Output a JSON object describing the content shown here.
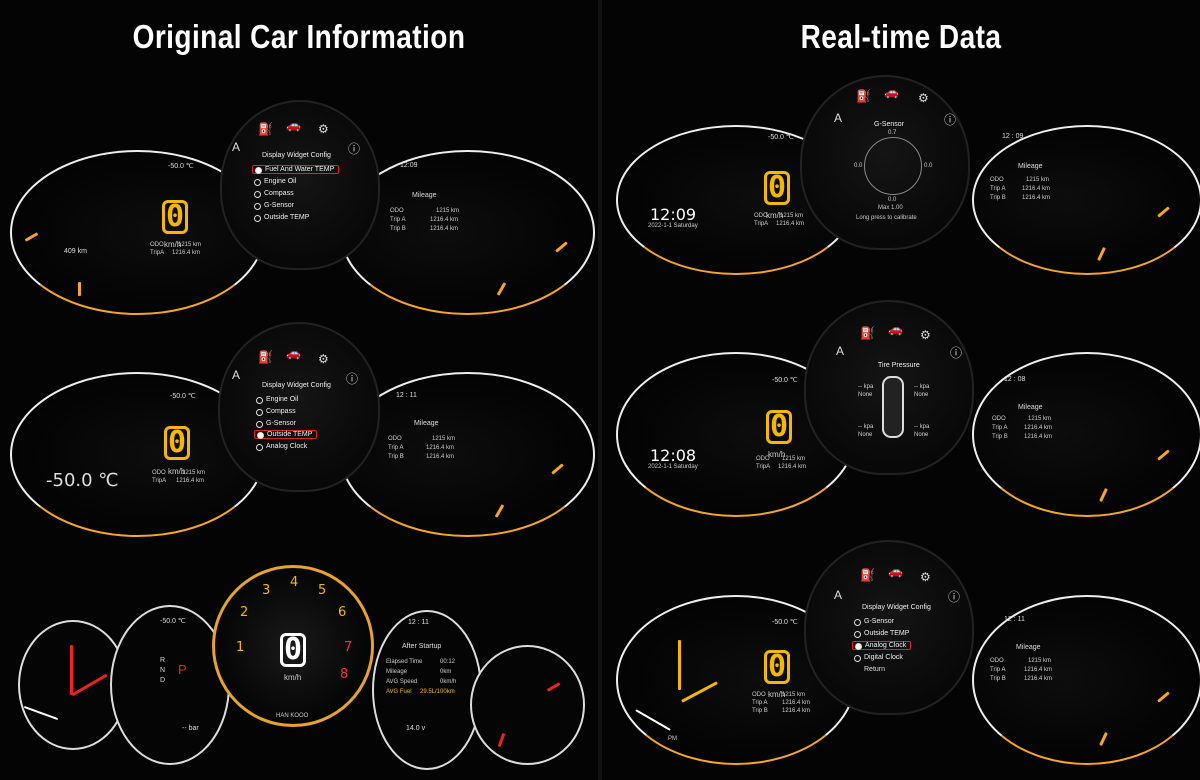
{
  "left": {
    "heading": "Original Car Information",
    "c1": {
      "temp": "-50.0 ℃",
      "speed": "0",
      "unit": "km/h",
      "range": "409 km",
      "odo_label": "ODO",
      "odo_value": "1215 km",
      "tripa_label": "TripA",
      "tripa_value": "1216.4 km",
      "time": "12:09",
      "menu_title": "Display Widget Config",
      "menu": [
        "Fuel And Water TEMP",
        "Engine Oil",
        "Compass",
        "G-Sensor",
        "Outside TEMP"
      ],
      "mileage_title": "Mileage",
      "rows": [
        [
          "ODO",
          "1215 km"
        ],
        [
          "Trip A",
          "1216.4 km"
        ],
        [
          "Trip B",
          "1216.4 km"
        ]
      ]
    },
    "c2": {
      "temp": "-50.0 ℃",
      "big_temp": "-50.0 ℃",
      "speed": "0",
      "unit": "km/h",
      "odo_label": "ODO",
      "odo_value": "1215 km",
      "tripa_label": "TripA",
      "tripa_value": "1216.4 km",
      "time": "12 : 11",
      "menu_title": "Display Widget Config",
      "menu": [
        "Engine Oil",
        "Compass",
        "G-Sensor",
        "Outside TEMP",
        "Analog Clock"
      ],
      "mileage_title": "Mileage",
      "rows": [
        [
          "ODO",
          "1215 km"
        ],
        [
          "Trip A",
          "1216.4 km"
        ],
        [
          "Trip B",
          "1216.4 km"
        ]
      ]
    },
    "c3": {
      "temp": "-50.0 ℃",
      "gears": [
        "R",
        "N",
        "D"
      ],
      "gear_sel": "P",
      "pressure": "-- bar",
      "speed": "0",
      "unit": "km/h",
      "rev_nums": [
        "1",
        "2",
        "3",
        "4",
        "5",
        "6",
        "7",
        "8"
      ],
      "time": "12 : 11",
      "after_title": "After Startup",
      "rows": [
        [
          "Elapsed Time",
          "00:12"
        ],
        [
          "Mileage",
          "0km"
        ],
        [
          "AVG Speed",
          "0km/h"
        ],
        [
          "AVG Fuel",
          "29.5L/100km"
        ]
      ],
      "voltage": "14.0 v",
      "brand": "HAN KOOO"
    }
  },
  "right": {
    "heading": "Real-time Data",
    "r1": {
      "temp": "-50.0 ℃",
      "clock": "12:09",
      "date": "2022-1-1  Saturday",
      "speed": "0",
      "unit": "km/h",
      "odo_label": "ODO",
      "odo_value": "1215 km",
      "tripa_label": "TripA",
      "tripa_value": "1216.4 km",
      "time": "12 : 09",
      "g_title": "G-Sensor",
      "g_top": "0.7",
      "g_left": "0.0",
      "g_right": "0.0",
      "g_bottom": "0.0",
      "g_max": "Max 1.00",
      "g_hint": "Long press      to calibrate",
      "mileage_title": "Mileage",
      "rows": [
        [
          "ODO",
          "1215 km"
        ],
        [
          "Trip A",
          "1216.4 km"
        ],
        [
          "Trip B",
          "1216.4 km"
        ]
      ]
    },
    "r2": {
      "temp": "-50.0 ℃",
      "clock": "12:08",
      "date": "2022-1-1  Saturday",
      "speed": "0",
      "unit": "km/h",
      "odo_label": "ODO",
      "odo_value": "1215 km",
      "tripa_label": "TripA",
      "tripa_value": "1216.4 km",
      "time": "12 : 08",
      "tp_title": "Tire Pressure",
      "tp_kpa": "-- kpa",
      "tp_none": "None",
      "mileage_title": "Mileage",
      "rows": [
        [
          "ODO",
          "1215 km"
        ],
        [
          "Trip A",
          "1216.4 km"
        ],
        [
          "Trip B",
          "1216.4 km"
        ]
      ]
    },
    "r3": {
      "temp": "-50.0 ℃",
      "speed": "0",
      "unit": "km/h",
      "odo_label": "ODO",
      "odo_value": "1215 km",
      "tripa_label": "Trip A",
      "tripa_value": "1216.4 km",
      "tripb_label": "Trip B",
      "tripb_value": "1216.4 km",
      "pm": "PM",
      "time": "12 : 11",
      "menu_title": "Display Widget Config",
      "menu": [
        "G-Sensor",
        "Outside TEMP",
        "Analog Clock",
        "Digital Clock",
        "Return"
      ],
      "mileage_title": "Mileage",
      "rows": [
        [
          "ODO",
          "1215 km"
        ],
        [
          "Trip A",
          "1216.4 km"
        ],
        [
          "Trip B",
          "1216.4 km"
        ]
      ]
    }
  },
  "colors": {
    "accent": "#f5a623",
    "speed": "#f5b800",
    "select": "#dd2222",
    "background": "#000000"
  },
  "icons": [
    "fuel-icon",
    "car-icon",
    "gear-icon",
    "font-icon",
    "info-icon"
  ]
}
